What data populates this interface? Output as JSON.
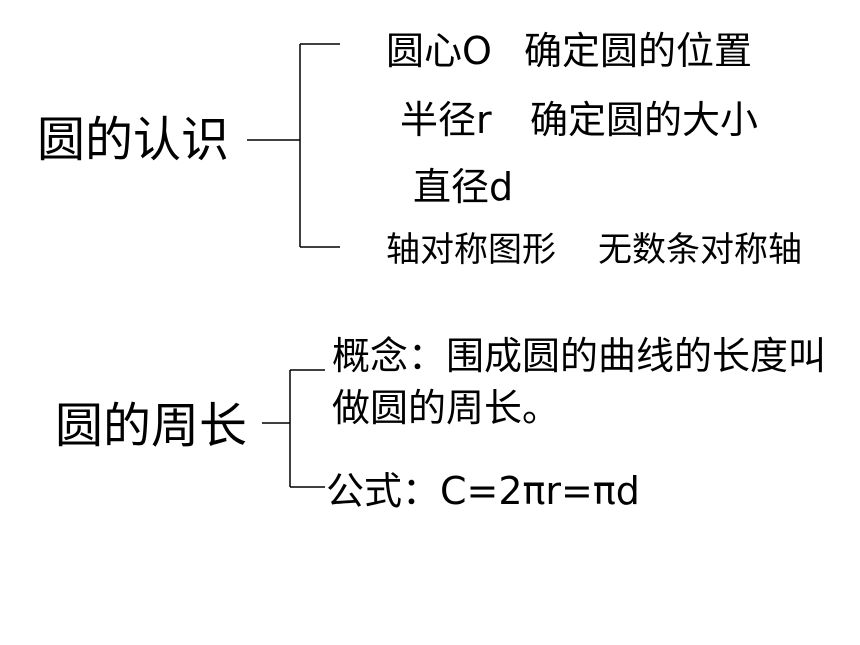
{
  "section1": {
    "title": "圆的认识",
    "items": [
      {
        "term": "圆心O",
        "desc": "确定圆的位置"
      },
      {
        "term": "半径r",
        "desc": "确定圆的大小"
      },
      {
        "term": "直径d",
        "desc": ""
      },
      {
        "term": "轴对称图形",
        "desc": "无数条对称轴"
      }
    ]
  },
  "section2": {
    "title": "圆的周长",
    "concept": "概念：围成圆的曲线的长度叫做圆的周长。",
    "formula": "公式：C=2πr=πd"
  }
}
